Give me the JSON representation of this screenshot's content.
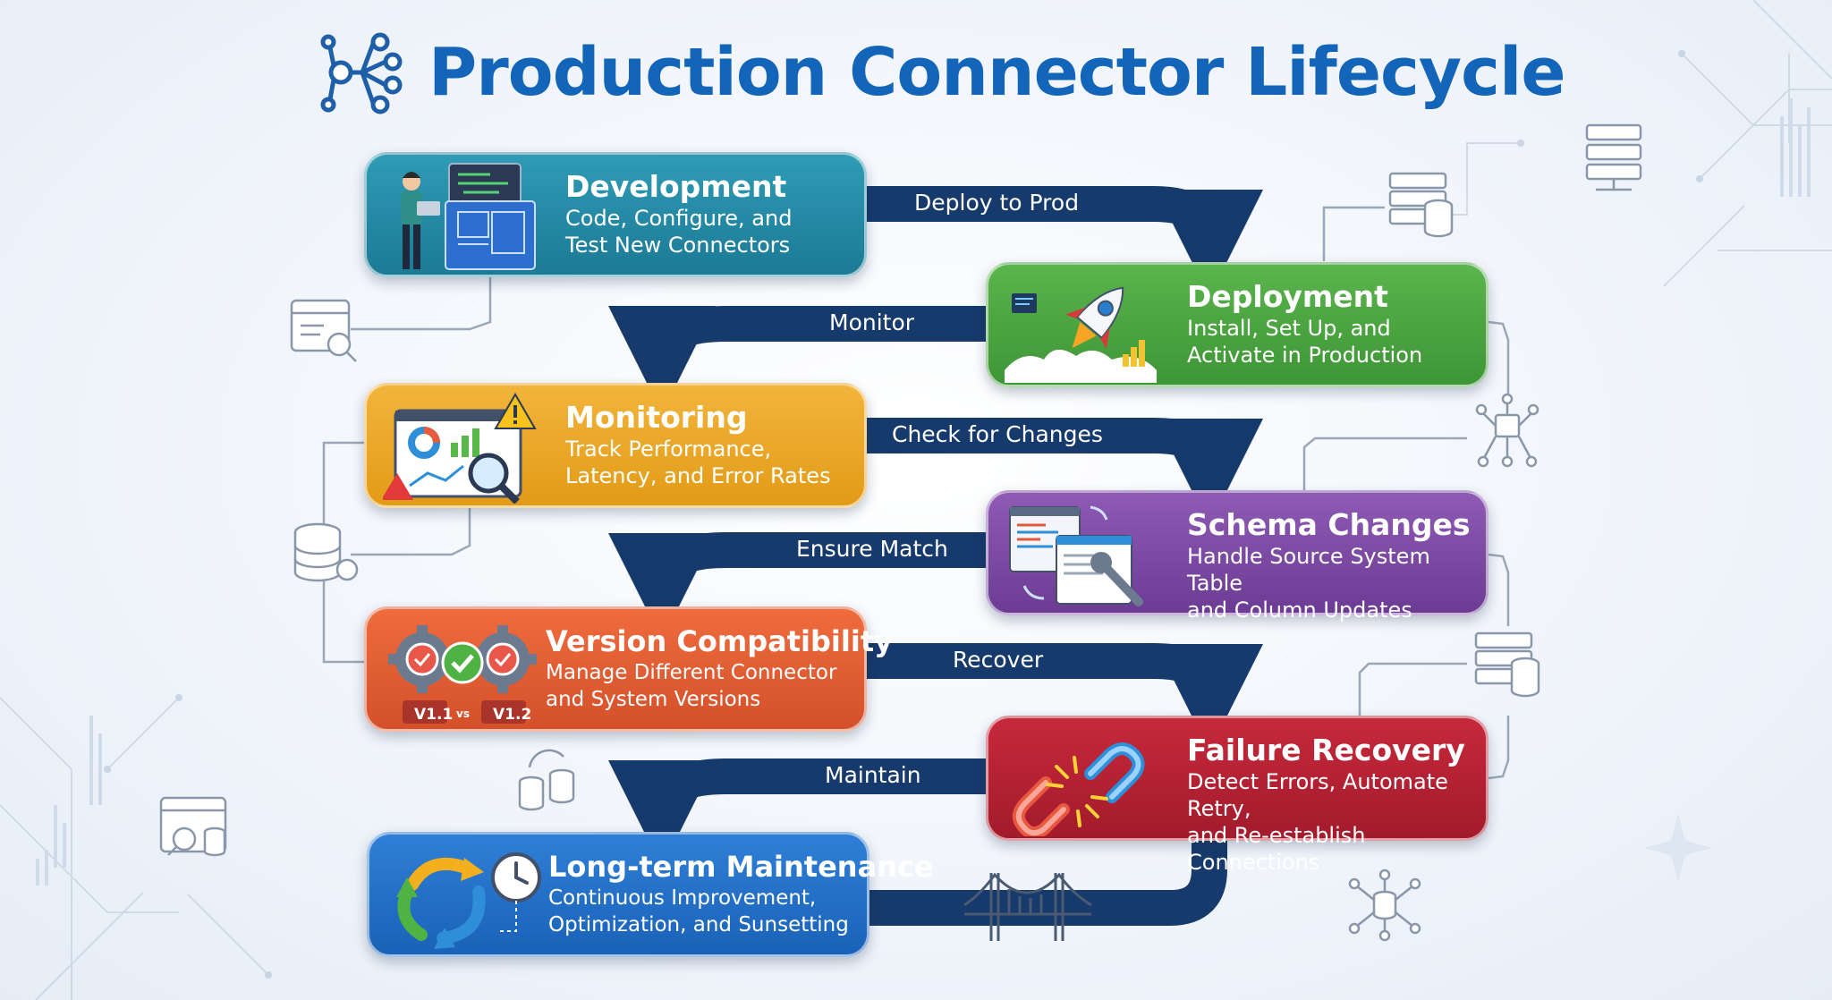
{
  "title": "Production Connector Lifecycle",
  "stages": [
    {
      "name": "Development",
      "desc_lines": [
        "Code, Configure, and",
        "Test New Connectors"
      ],
      "color": "#2a8fab",
      "icon": "developer-blueprint-icon"
    },
    {
      "name": "Deployment",
      "desc_lines": [
        "Install, Set Up, and",
        "Activate in Production"
      ],
      "color": "#4fa843",
      "icon": "rocket-launch-icon"
    },
    {
      "name": "Monitoring",
      "desc_lines": [
        "Track Performance,",
        "Latency, and Error Rates"
      ],
      "color": "#eeab2e",
      "icon": "dashboard-alert-icon"
    },
    {
      "name": "Schema Changes",
      "desc_lines": [
        "Handle Source System Table",
        "and Column Updates"
      ],
      "color": "#7f4ca6",
      "icon": "schema-wrench-icon"
    },
    {
      "name": "Version Compatibility",
      "desc_lines": [
        "Manage Different Connector",
        "and System Versions"
      ],
      "color": "#e35f34",
      "icon": "gears-check-icon",
      "badges": [
        "V1.1",
        "vs",
        "V1.2"
      ]
    },
    {
      "name": "Failure Recovery",
      "desc_lines": [
        "Detect Errors, Automate Retry,",
        "and Re-establish Connections"
      ],
      "color": "#b42334",
      "icon": "broken-chain-icon"
    },
    {
      "name": "Long-term Maintenance",
      "desc_lines": [
        "Continuous Improvement,",
        "Optimization, and Sunsetting"
      ],
      "color": "#2471c9",
      "icon": "cycle-clock-icon"
    }
  ],
  "transitions": [
    "Deploy to Prod",
    "Monitor",
    "Check for Changes",
    "Ensure Match",
    "Recover",
    "Maintain"
  ],
  "colors": {
    "arrow": "#163a6b",
    "title": "#1265b8"
  }
}
